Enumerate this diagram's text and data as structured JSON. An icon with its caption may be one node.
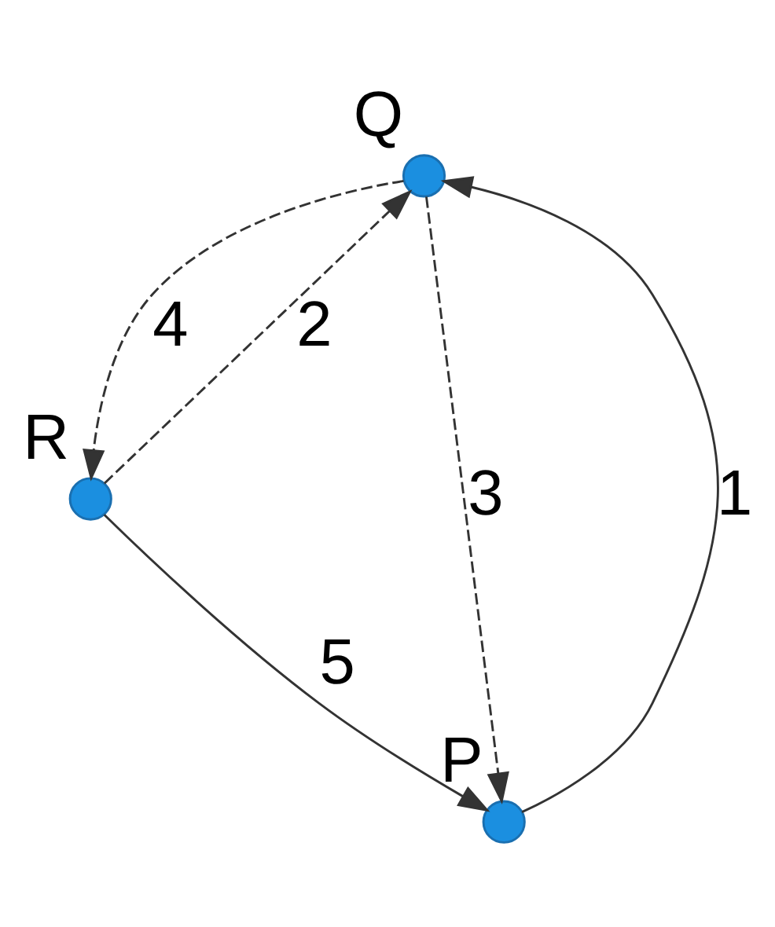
{
  "diagram": {
    "nodes": [
      {
        "text": [],
        "shape": "circle",
        "beside": [
          "Q"
        ]
      },
      {
        "text": [],
        "shape": "circle",
        "beside": [
          "R"
        ]
      },
      {
        "text": [],
        "shape": "circle",
        "beside": [
          "P"
        ]
      }
    ],
    "edges": [
      {
        "from": 2,
        "to": 0,
        "arrow": "to",
        "label": "1"
      },
      {
        "from": 1,
        "to": 0,
        "arrow": "to",
        "label": "2",
        "style": "dashed"
      },
      {
        "from": 0,
        "to": 2,
        "arrow": "to",
        "label": "3",
        "style": "dashed"
      },
      {
        "from": 0,
        "to": 1,
        "arrow": "to",
        "label": "4",
        "style": "dashed"
      },
      {
        "from": 1,
        "to": 2,
        "arrow": "to",
        "label": "5"
      }
    ]
  }
}
